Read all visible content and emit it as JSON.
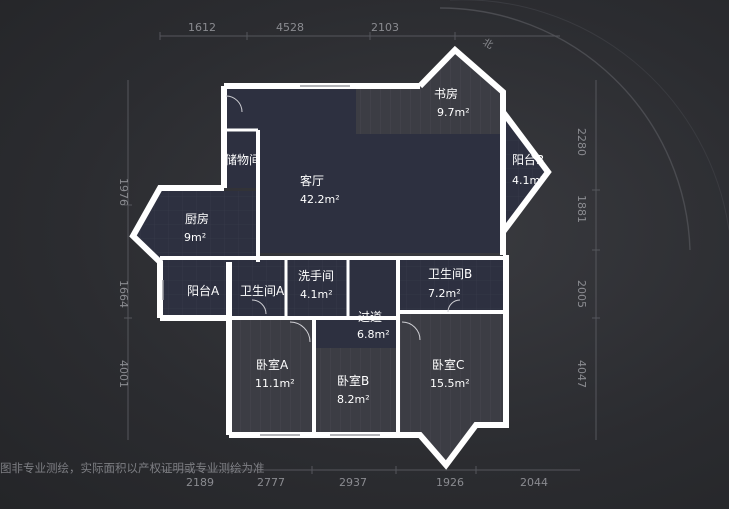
{
  "dimensions": {
    "top": [
      "1612",
      "4528",
      "2103"
    ],
    "bottom": [
      "2189",
      "2777",
      "2937",
      "1926",
      "2044"
    ],
    "left": [
      "1976",
      "1664",
      "4001"
    ],
    "right": [
      "2280",
      "1881",
      "2005",
      "4047"
    ]
  },
  "rooms": {
    "study": {
      "name": "书房",
      "area": "9.7m²"
    },
    "balcony_b": {
      "name": "阳台B",
      "area": "4.1m²"
    },
    "storage": {
      "name": "储物间",
      "area": ""
    },
    "living": {
      "name": "客厅",
      "area": "42.2m²"
    },
    "kitchen": {
      "name": "厨房",
      "area": "9m²"
    },
    "balcony_a": {
      "name": "阳台A",
      "area": ""
    },
    "bath_a": {
      "name": "卫生间A",
      "area": ""
    },
    "washroom": {
      "name": "洗手间",
      "area": "4.1m²"
    },
    "bath_b": {
      "name": "卫生间B",
      "area": "7.2m²"
    },
    "corridor": {
      "name": "过道",
      "area": "6.8m²"
    },
    "bed_a": {
      "name": "卧室A",
      "area": "11.1m²"
    },
    "bed_b": {
      "name": "卧室B",
      "area": "8.2m²"
    },
    "bed_c": {
      "name": "卧室C",
      "area": "15.5m²"
    }
  },
  "compass": {
    "label": "北"
  },
  "footer": {
    "note": "图非专业测绘，实际面积以产权证明或专业测绘为准"
  },
  "colors": {
    "background": "#2b2c30",
    "room_fill": "#2d3040",
    "wall": "#ffffff",
    "grid": "#3b3e4c"
  }
}
